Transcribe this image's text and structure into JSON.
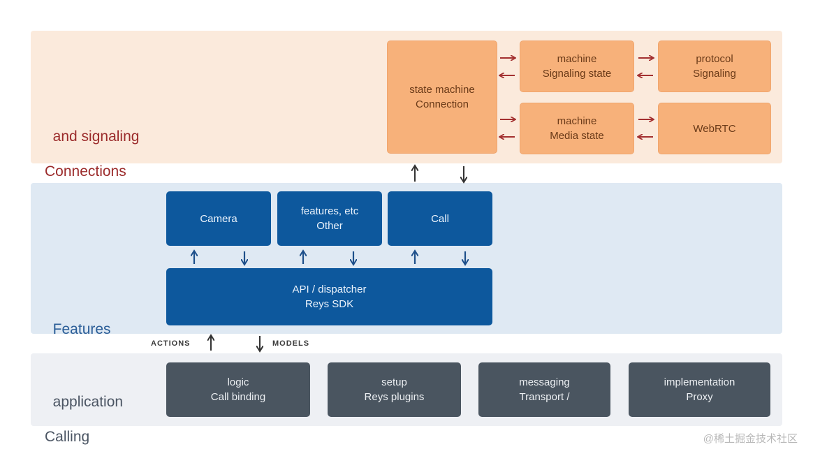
{
  "bands": {
    "connections": {
      "line1": "and signaling",
      "line2": "Connections"
    },
    "features": {
      "line1": "Features"
    },
    "application": {
      "line1": "application",
      "line2": "Calling"
    }
  },
  "connections_boxes": {
    "connection_state": {
      "line1": "state machine",
      "line2": "Connection"
    },
    "signaling_state": {
      "line1": "machine",
      "line2": "Signaling state"
    },
    "signaling_protocol": {
      "line1": "protocol",
      "line2": "Signaling"
    },
    "media_state": {
      "line1": "machine",
      "line2": "Media state"
    },
    "webrtc": {
      "line1": "WebRTC"
    }
  },
  "features_boxes": {
    "camera": {
      "line1": "Camera"
    },
    "other_features": {
      "line1": "features, etc",
      "line2": "Other"
    },
    "call": {
      "line1": "Call"
    },
    "sdk": {
      "line1": "API / dispatcher",
      "line2": "Reys SDK"
    }
  },
  "application_boxes": {
    "call_binding": {
      "line1": "logic",
      "line2": "Call binding"
    },
    "plugins": {
      "line1": "setup",
      "line2": "Reys plugins"
    },
    "transport": {
      "line1": "messaging",
      "line2": "Transport /"
    },
    "proxy": {
      "line1": "implementation",
      "line2": "Proxy"
    }
  },
  "io_labels": {
    "actions": "ACTIONS",
    "models": "MODELS"
  },
  "watermark": "@稀土掘金技术社区",
  "colors": {
    "connections_band": "#fbeadc",
    "features_band": "#dfe9f3",
    "application_band": "#eef0f4",
    "orange_box": "#f7b17a",
    "blue_box": "#0d589d",
    "gray_box": "#4a5560",
    "red_arrow": "#a33030",
    "blue_arrow": "#1d4f8a"
  }
}
